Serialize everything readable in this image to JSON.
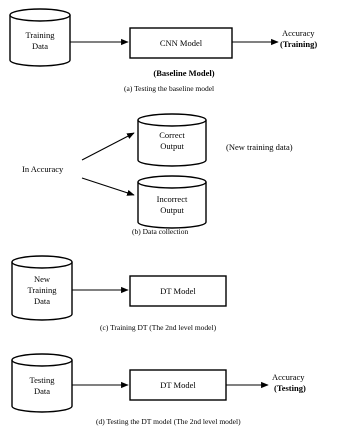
{
  "panel_a": {
    "cylinder_label": [
      "Training",
      "Data"
    ],
    "model_label": "CNN Model",
    "model_caption": "(Baseline Model)",
    "output_label": [
      "Accuracy",
      "(Training)"
    ],
    "caption": "(a) Testing the baseline model"
  },
  "panel_b": {
    "source_label": "In Accuracy",
    "correct_label": [
      "Correct",
      "Output"
    ],
    "incorrect_label": [
      "Incorrect",
      "Output"
    ],
    "note": "(New training data)",
    "caption": "(b) Data collection"
  },
  "panel_c": {
    "cylinder_label": [
      "New",
      "Training",
      "Data"
    ],
    "model_label": "DT Model",
    "caption": "(c) Training DT (The 2nd level model)"
  },
  "panel_d": {
    "cylinder_label": [
      "Testing",
      "Data"
    ],
    "model_label": "DT Model",
    "output_label": [
      "Accuracy",
      "(Testing)"
    ],
    "caption": "(d) Testing the DT model (The 2nd level model)"
  }
}
